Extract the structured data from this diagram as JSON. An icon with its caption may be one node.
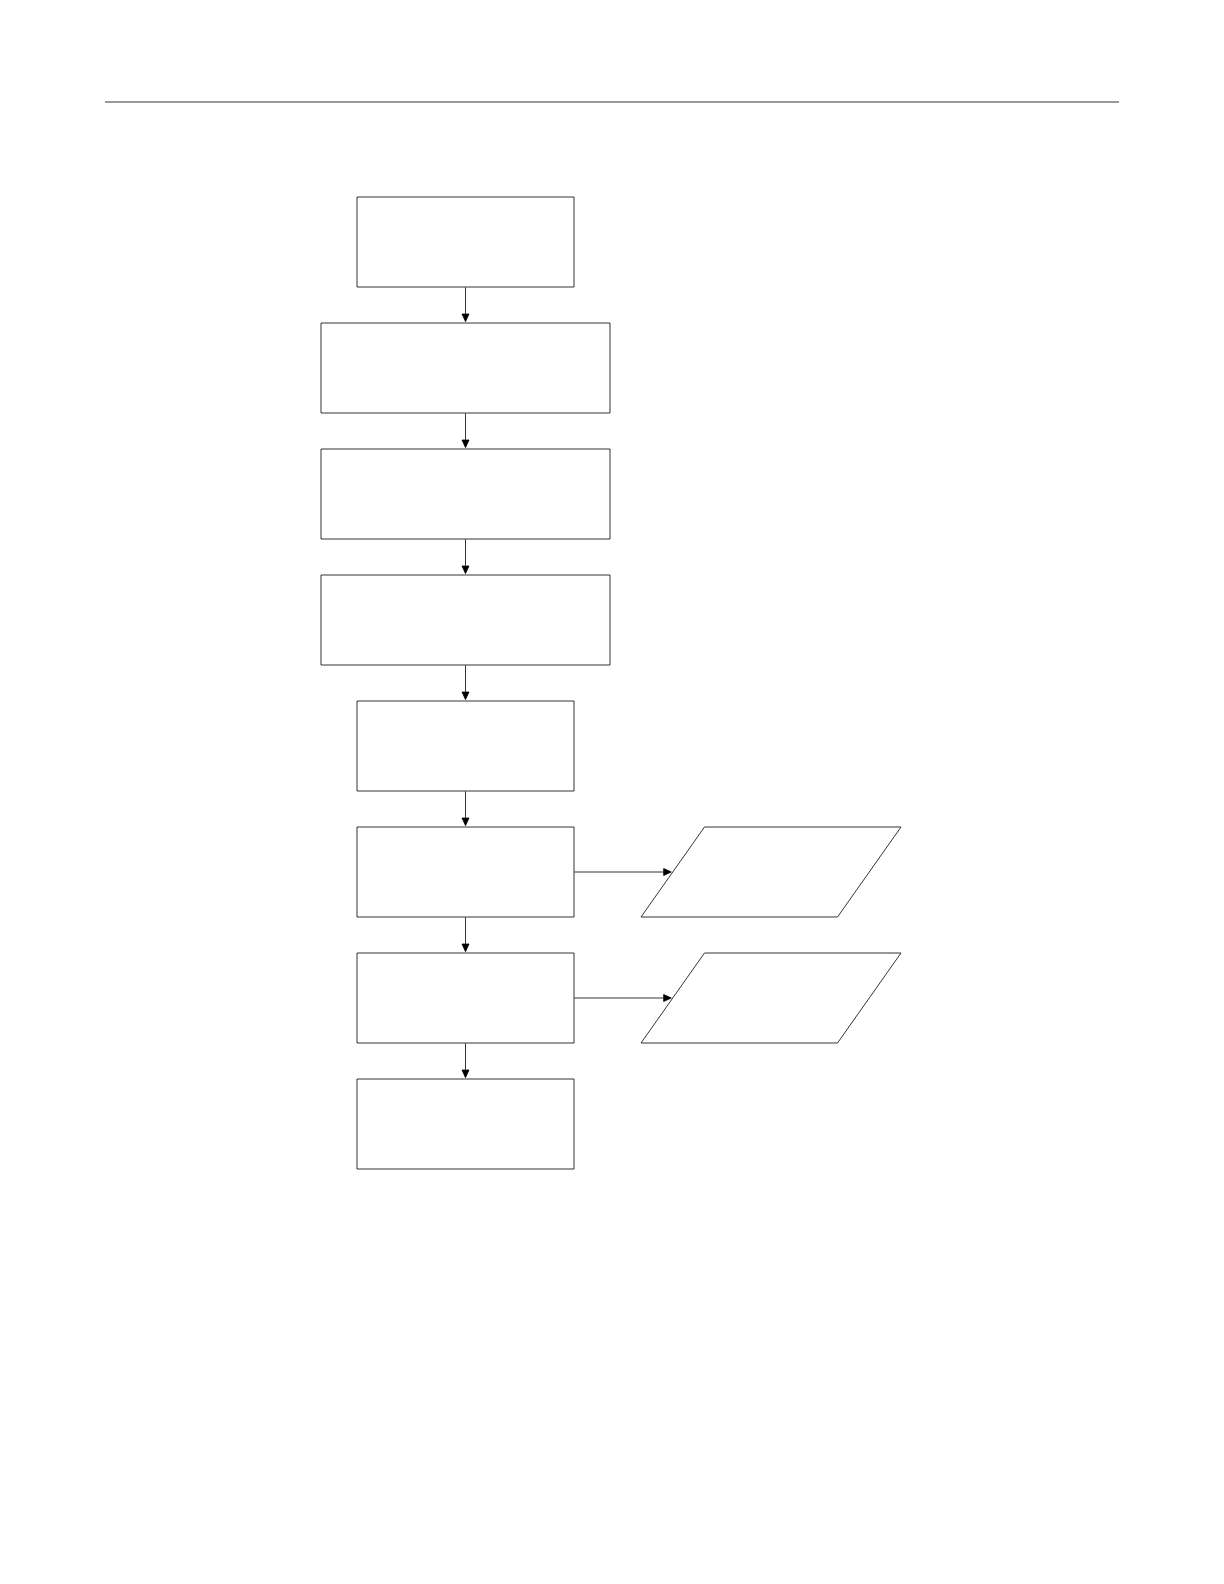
{
  "diagram": {
    "nodes": [
      {
        "text": [],
        "shape": "box"
      },
      {
        "text": [],
        "shape": "box"
      },
      {
        "text": [],
        "shape": "box"
      },
      {
        "text": [],
        "shape": "box"
      },
      {
        "text": [],
        "shape": "box"
      },
      {
        "text": [],
        "shape": "box"
      },
      {
        "text": [],
        "shape": "box"
      },
      {
        "text": [],
        "shape": "box"
      },
      {
        "text": [],
        "shape": "parallelogram"
      },
      {
        "text": [],
        "shape": "parallelogram"
      }
    ],
    "edges": [
      {
        "from": 0,
        "to": 1,
        "arrow": "to"
      },
      {
        "from": 1,
        "to": 2,
        "arrow": "to"
      },
      {
        "from": 2,
        "to": 3,
        "arrow": "to"
      },
      {
        "from": 3,
        "to": 4,
        "arrow": "to"
      },
      {
        "from": 4,
        "to": 5,
        "arrow": "to"
      },
      {
        "from": 5,
        "to": 8,
        "arrow": "to"
      },
      {
        "from": 5,
        "to": 6,
        "arrow": "to"
      },
      {
        "from": 6,
        "to": 9,
        "arrow": "to"
      },
      {
        "from": 6,
        "to": 7,
        "arrow": "to"
      }
    ]
  }
}
